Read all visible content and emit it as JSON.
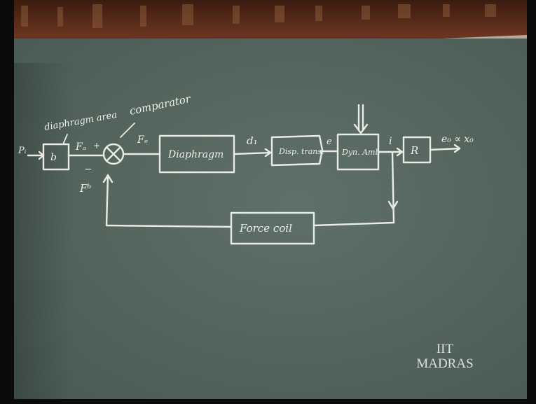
{
  "diagram": {
    "annotations": {
      "diaphragm_area": "diaphragm area",
      "comparator": "comparator"
    },
    "signals": {
      "input": "Pᵢ",
      "fa": "Fₐ",
      "fe": "Fₑ",
      "fb": "Fᵇ",
      "d1": "d₁",
      "e": "e",
      "i": "i",
      "output": "e₀ ∝ x₀"
    },
    "blocks": {
      "area": "b",
      "diaphragm": "Diaphragm",
      "displacement": "Disp. trans.",
      "dynamic": "Dyn. Amb",
      "resistor": "R",
      "force_coil": "Force coil"
    },
    "signs": {
      "plus": "+",
      "minus": "−"
    }
  },
  "watermark": {
    "line1": "IIT",
    "line2": "MADRAS"
  }
}
